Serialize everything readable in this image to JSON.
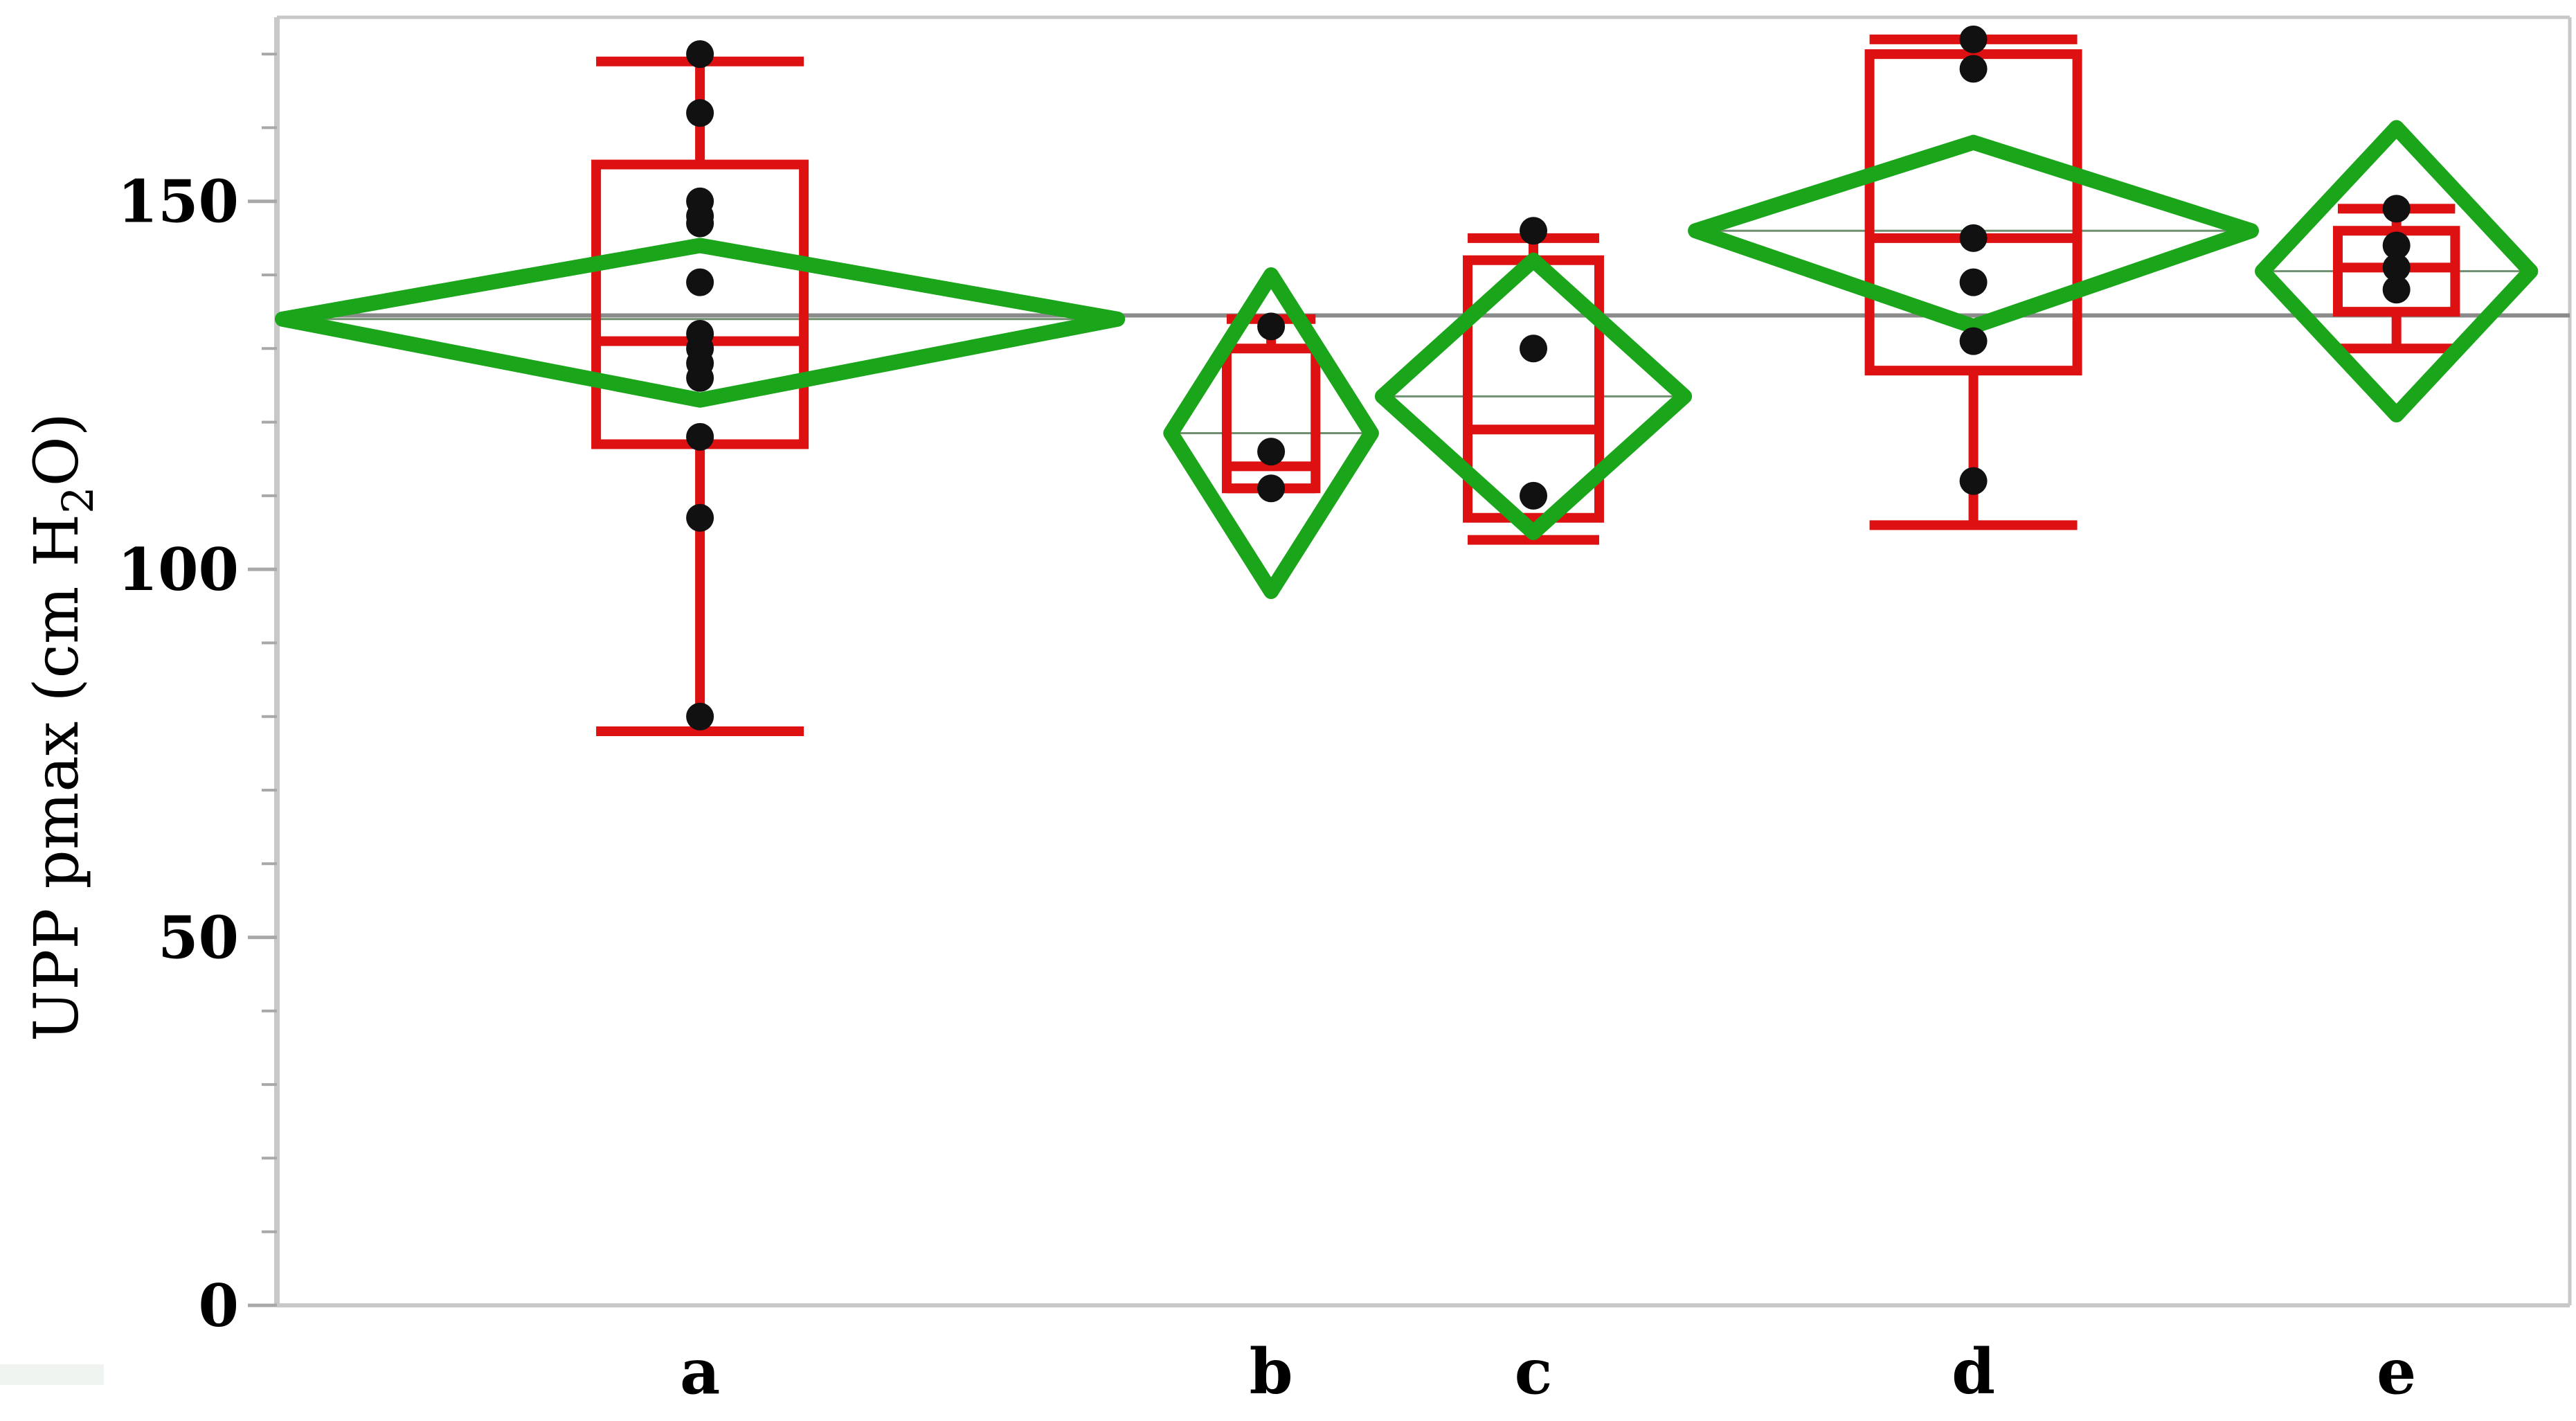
{
  "chart_data": {
    "type": "box",
    "ylabel": "UPP pmax (cm H",
    "ylabel_sub": "2",
    "ylabel_tail": "O)",
    "ylim": [
      0,
      175
    ],
    "yticks": [
      0,
      50,
      100,
      150
    ],
    "y_minor_step": 10,
    "grand_mean": 134.5,
    "grid": false,
    "colors": {
      "box": "#dd1111",
      "diamond": "#1aa51a",
      "point": "#111111",
      "mean_line": "#8a8a8a",
      "axis": "#c8c8c8"
    },
    "groups": [
      {
        "label": "a",
        "x_range": [
          0,
          1.0
        ],
        "box": {
          "whisker_low": 78,
          "q1": 117,
          "median": 131,
          "q3": 155,
          "whisker_high": 169
        },
        "diamond": {
          "mean": 134,
          "lower": 123,
          "upper": 144
        },
        "points": [
          170,
          162,
          150,
          148,
          147,
          139,
          132,
          130,
          128,
          126,
          118,
          107,
          80
        ]
      },
      {
        "label": "b",
        "x_range": [
          1.05,
          1.3
        ],
        "box": {
          "whisker_low": 111,
          "q1": 111,
          "median": 114,
          "q3": 130,
          "whisker_high": 134
        },
        "diamond": {
          "mean": 118.5,
          "lower": 97,
          "upper": 140
        },
        "points": [
          133,
          116,
          111
        ]
      },
      {
        "label": "c",
        "x_range": [
          1.3,
          1.67
        ],
        "box": {
          "whisker_low": 104,
          "q1": 107,
          "median": 119,
          "q3": 142,
          "whisker_high": 145
        },
        "diamond": {
          "mean": 123.5,
          "lower": 105,
          "upper": 142
        },
        "points": [
          146,
          130,
          110
        ]
      },
      {
        "label": "d",
        "x_range": [
          1.67,
          2.34
        ],
        "box": {
          "whisker_low": 106,
          "q1": 127,
          "median": 145,
          "q3": 170,
          "whisker_high": 172
        },
        "diamond": {
          "mean": 146,
          "lower": 133,
          "upper": 158
        },
        "points": [
          172,
          168,
          145,
          139,
          131,
          112
        ]
      },
      {
        "label": "e",
        "x_range": [
          2.34,
          2.67
        ],
        "box": {
          "whisker_low": 130,
          "q1": 135,
          "median": 141,
          "q3": 146,
          "whisker_high": 149
        },
        "diamond": {
          "mean": 140.5,
          "lower": 121,
          "upper": 160
        },
        "points": [
          149,
          144,
          141,
          138
        ]
      }
    ]
  }
}
